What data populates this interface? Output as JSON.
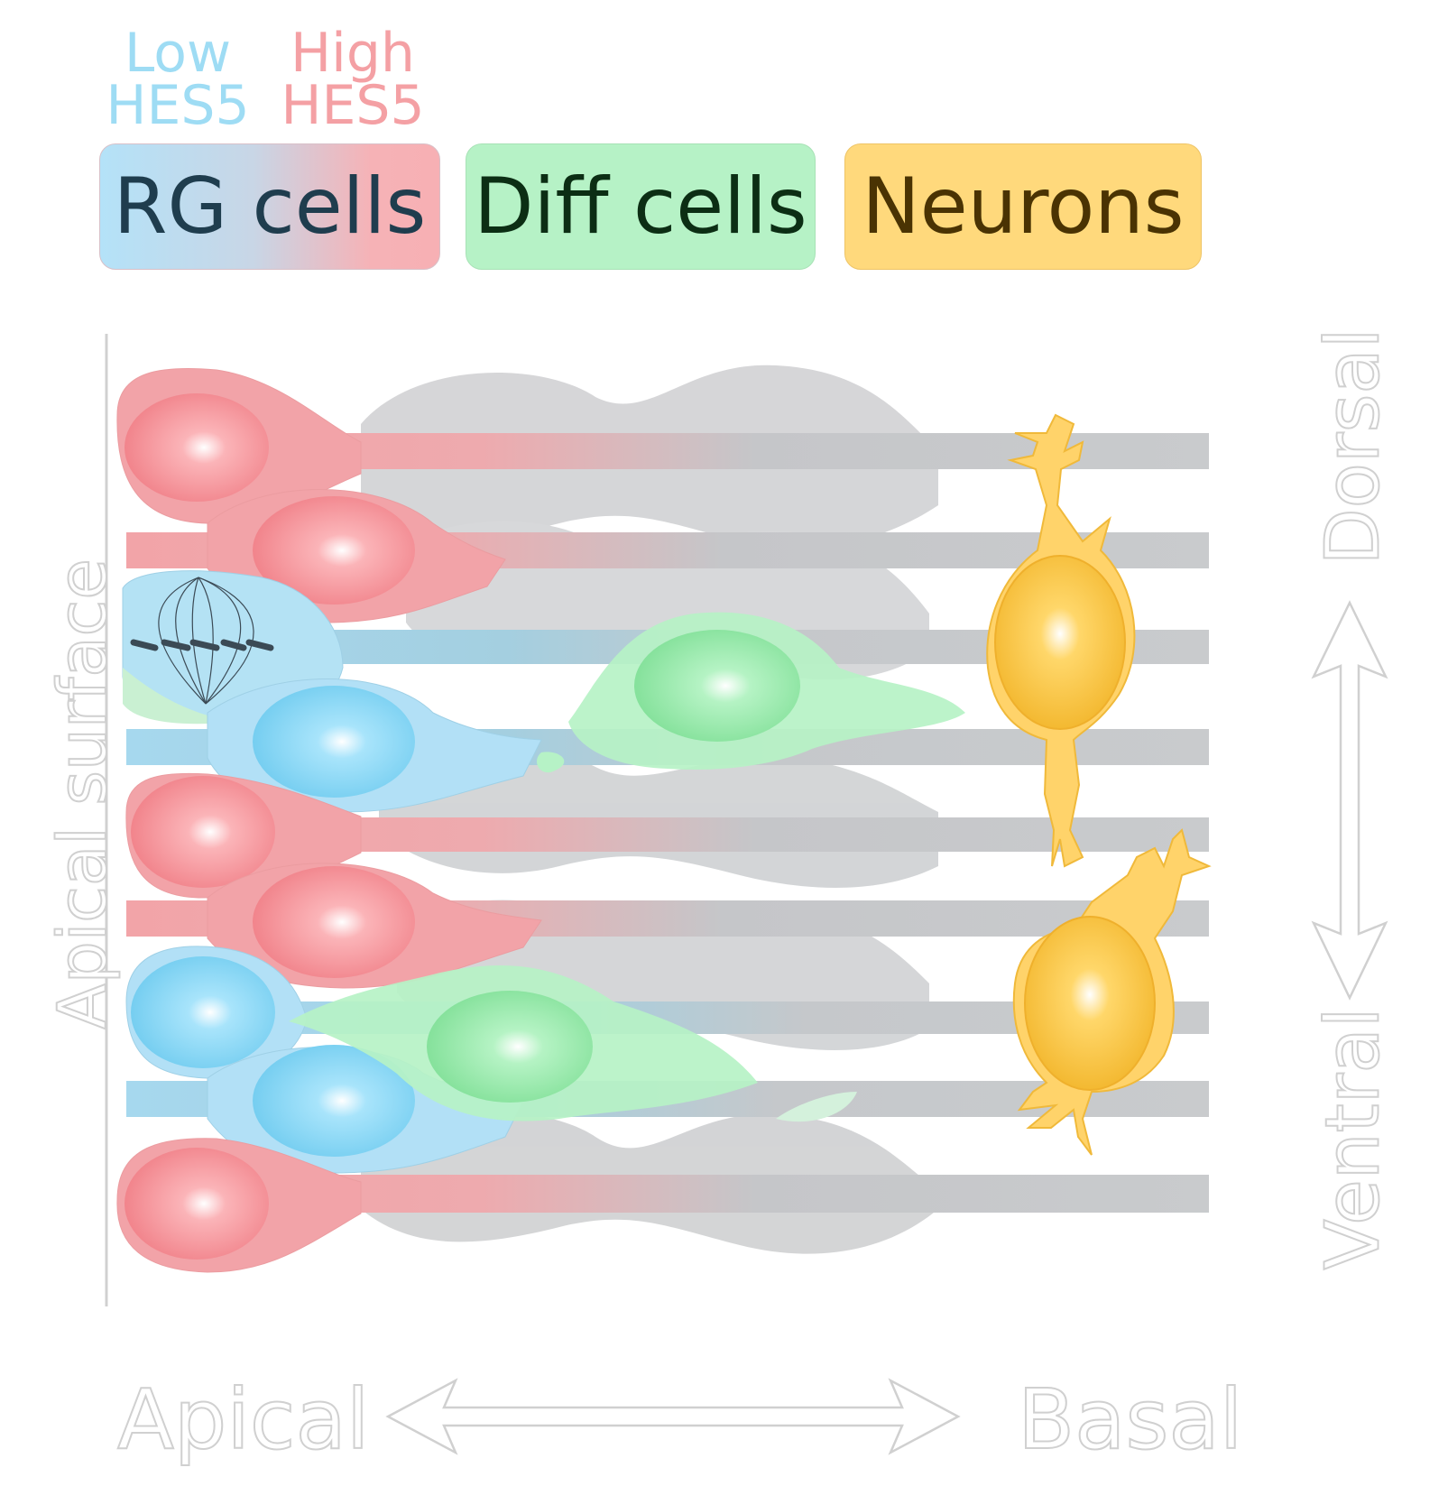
{
  "legend": {
    "low_hes5": [
      "Low",
      "HES5"
    ],
    "high_hes5": [
      "High",
      "HES5"
    ],
    "rg_cells": "RG cells",
    "diff_cells": "Diff cells",
    "neurons": "Neurons"
  },
  "axes": {
    "apical_surface": "Apical surface",
    "apical": "Apical",
    "basal": "Basal",
    "dorsal": "Dorsal",
    "ventral": "Ventral"
  },
  "colors": {
    "low_hes5": "#9edcf4",
    "high_hes5": "#f4a0a4",
    "rg_blue_box": "#b4e2f8",
    "rg_pink_box": "#f7b0b4",
    "diff_box": "#b6f2c6",
    "neuron_box": "#ffd97c",
    "rg_text": "#1f3d4e",
    "diff_text": "#0c2e14",
    "neuron_text": "#4a3303"
  }
}
